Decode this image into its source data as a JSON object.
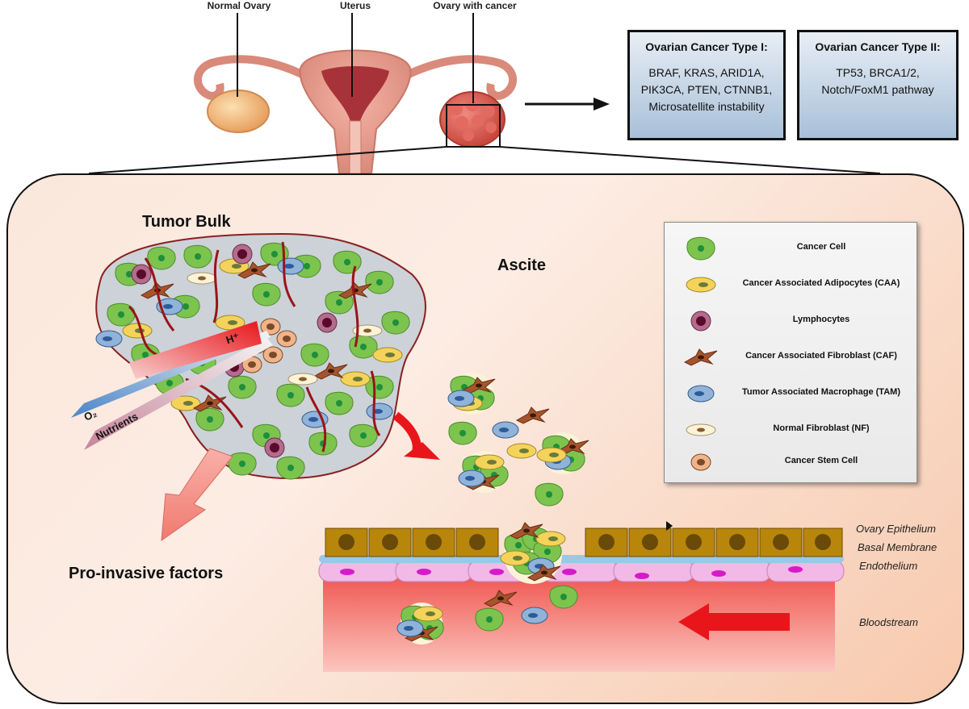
{
  "anatomy": {
    "normal_ovary": "Normal Ovary",
    "uterus": "Uterus",
    "ovary_with_cancer": "Ovary with cancer"
  },
  "type1": {
    "title": "Ovarian Cancer Type I:",
    "genes": [
      "BRAF, KRAS, ARID1A,",
      "PIK3CA, PTEN, CTNNB1,",
      "Microsatellite instability"
    ]
  },
  "type2": {
    "title": "Ovarian Cancer Type II:",
    "genes": [
      "TP53, BRCA1/2,",
      "Notch/FoxM1 pathway"
    ]
  },
  "panel": {
    "tumor_bulk": "Tumor Bulk",
    "ascite": "Ascite",
    "pro_invasive": "Pro-invasive factors",
    "o2": "O₂",
    "nutrients": "Nutrients",
    "h_plus": "H⁺"
  },
  "legend": {
    "items": [
      {
        "label": "Cancer Cell",
        "icon": "cancer-cell"
      },
      {
        "label": "Cancer Associated Adipocytes (CAA)",
        "icon": "adipocyte"
      },
      {
        "label": "Lymphocytes",
        "icon": "lymphocyte"
      },
      {
        "label": "Cancer Associated Fibroblast (CAF)",
        "icon": "caf"
      },
      {
        "label": "Tumor Associated Macrophage (TAM)",
        "icon": "macrophage"
      },
      {
        "label": "Normal Fibroblast (NF)",
        "icon": "normal-fibroblast"
      },
      {
        "label": "Cancer Stem Cell",
        "icon": "stem-cell"
      }
    ]
  },
  "layers": {
    "ovary_epithelium": "Ovary Epithelium",
    "basal_membrane": "Basal Membrane",
    "endothelium": "Endothelium",
    "bloodstream": "Bloodstream"
  },
  "colors": {
    "cancer_cell": "#7cc44e",
    "adipocyte": "#f5d35a",
    "lymphocyte": "#b36b8e",
    "caf": "#a4552e",
    "macrophage": "#8fb3d9",
    "stem_cell": "#f0b48a",
    "blood_arrow": "#e8161b",
    "epithelium": "#b8860b",
    "endothelium": "#f2b8e6"
  }
}
